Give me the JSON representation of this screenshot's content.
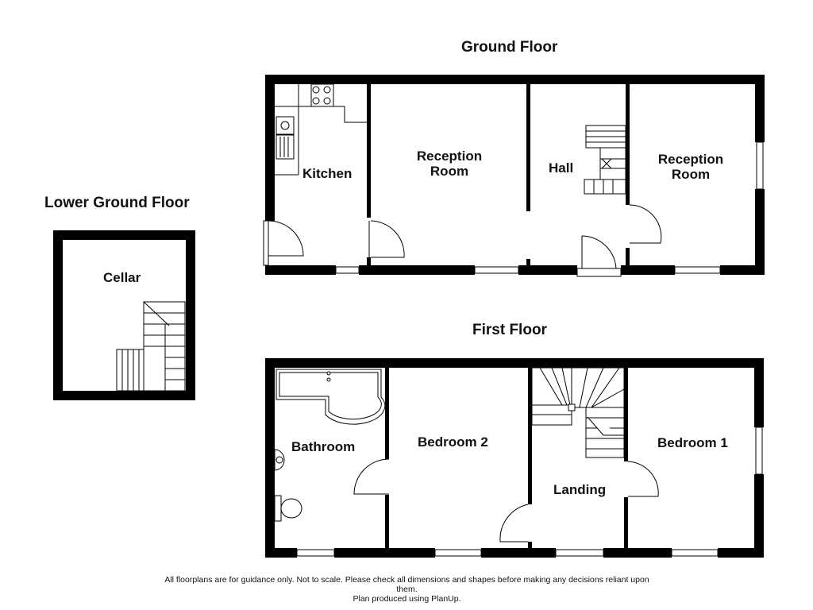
{
  "floors": {
    "ground": {
      "title": "Ground Floor",
      "rooms": {
        "kitchen": "Kitchen",
        "reception_left_line1": "Reception",
        "reception_left_line2": "Room",
        "hall": "Hall",
        "reception_right_line1": "Reception",
        "reception_right_line2": "Room"
      }
    },
    "lower_ground": {
      "title": "Lower Ground Floor",
      "rooms": {
        "cellar": "Cellar"
      }
    },
    "first": {
      "title": "First Floor",
      "rooms": {
        "bathroom": "Bathroom",
        "bedroom2": "Bedroom 2",
        "landing": "Landing",
        "bedroom1": "Bedroom 1"
      }
    }
  },
  "footer": {
    "line1": "All floorplans are for guidance only. Not to scale. Please check all dimensions and shapes before making any decisions reliant upon",
    "line2": "them.",
    "line3": "Plan produced using PlanUp."
  },
  "colors": {
    "wall": "#000000",
    "background": "#ffffff"
  }
}
